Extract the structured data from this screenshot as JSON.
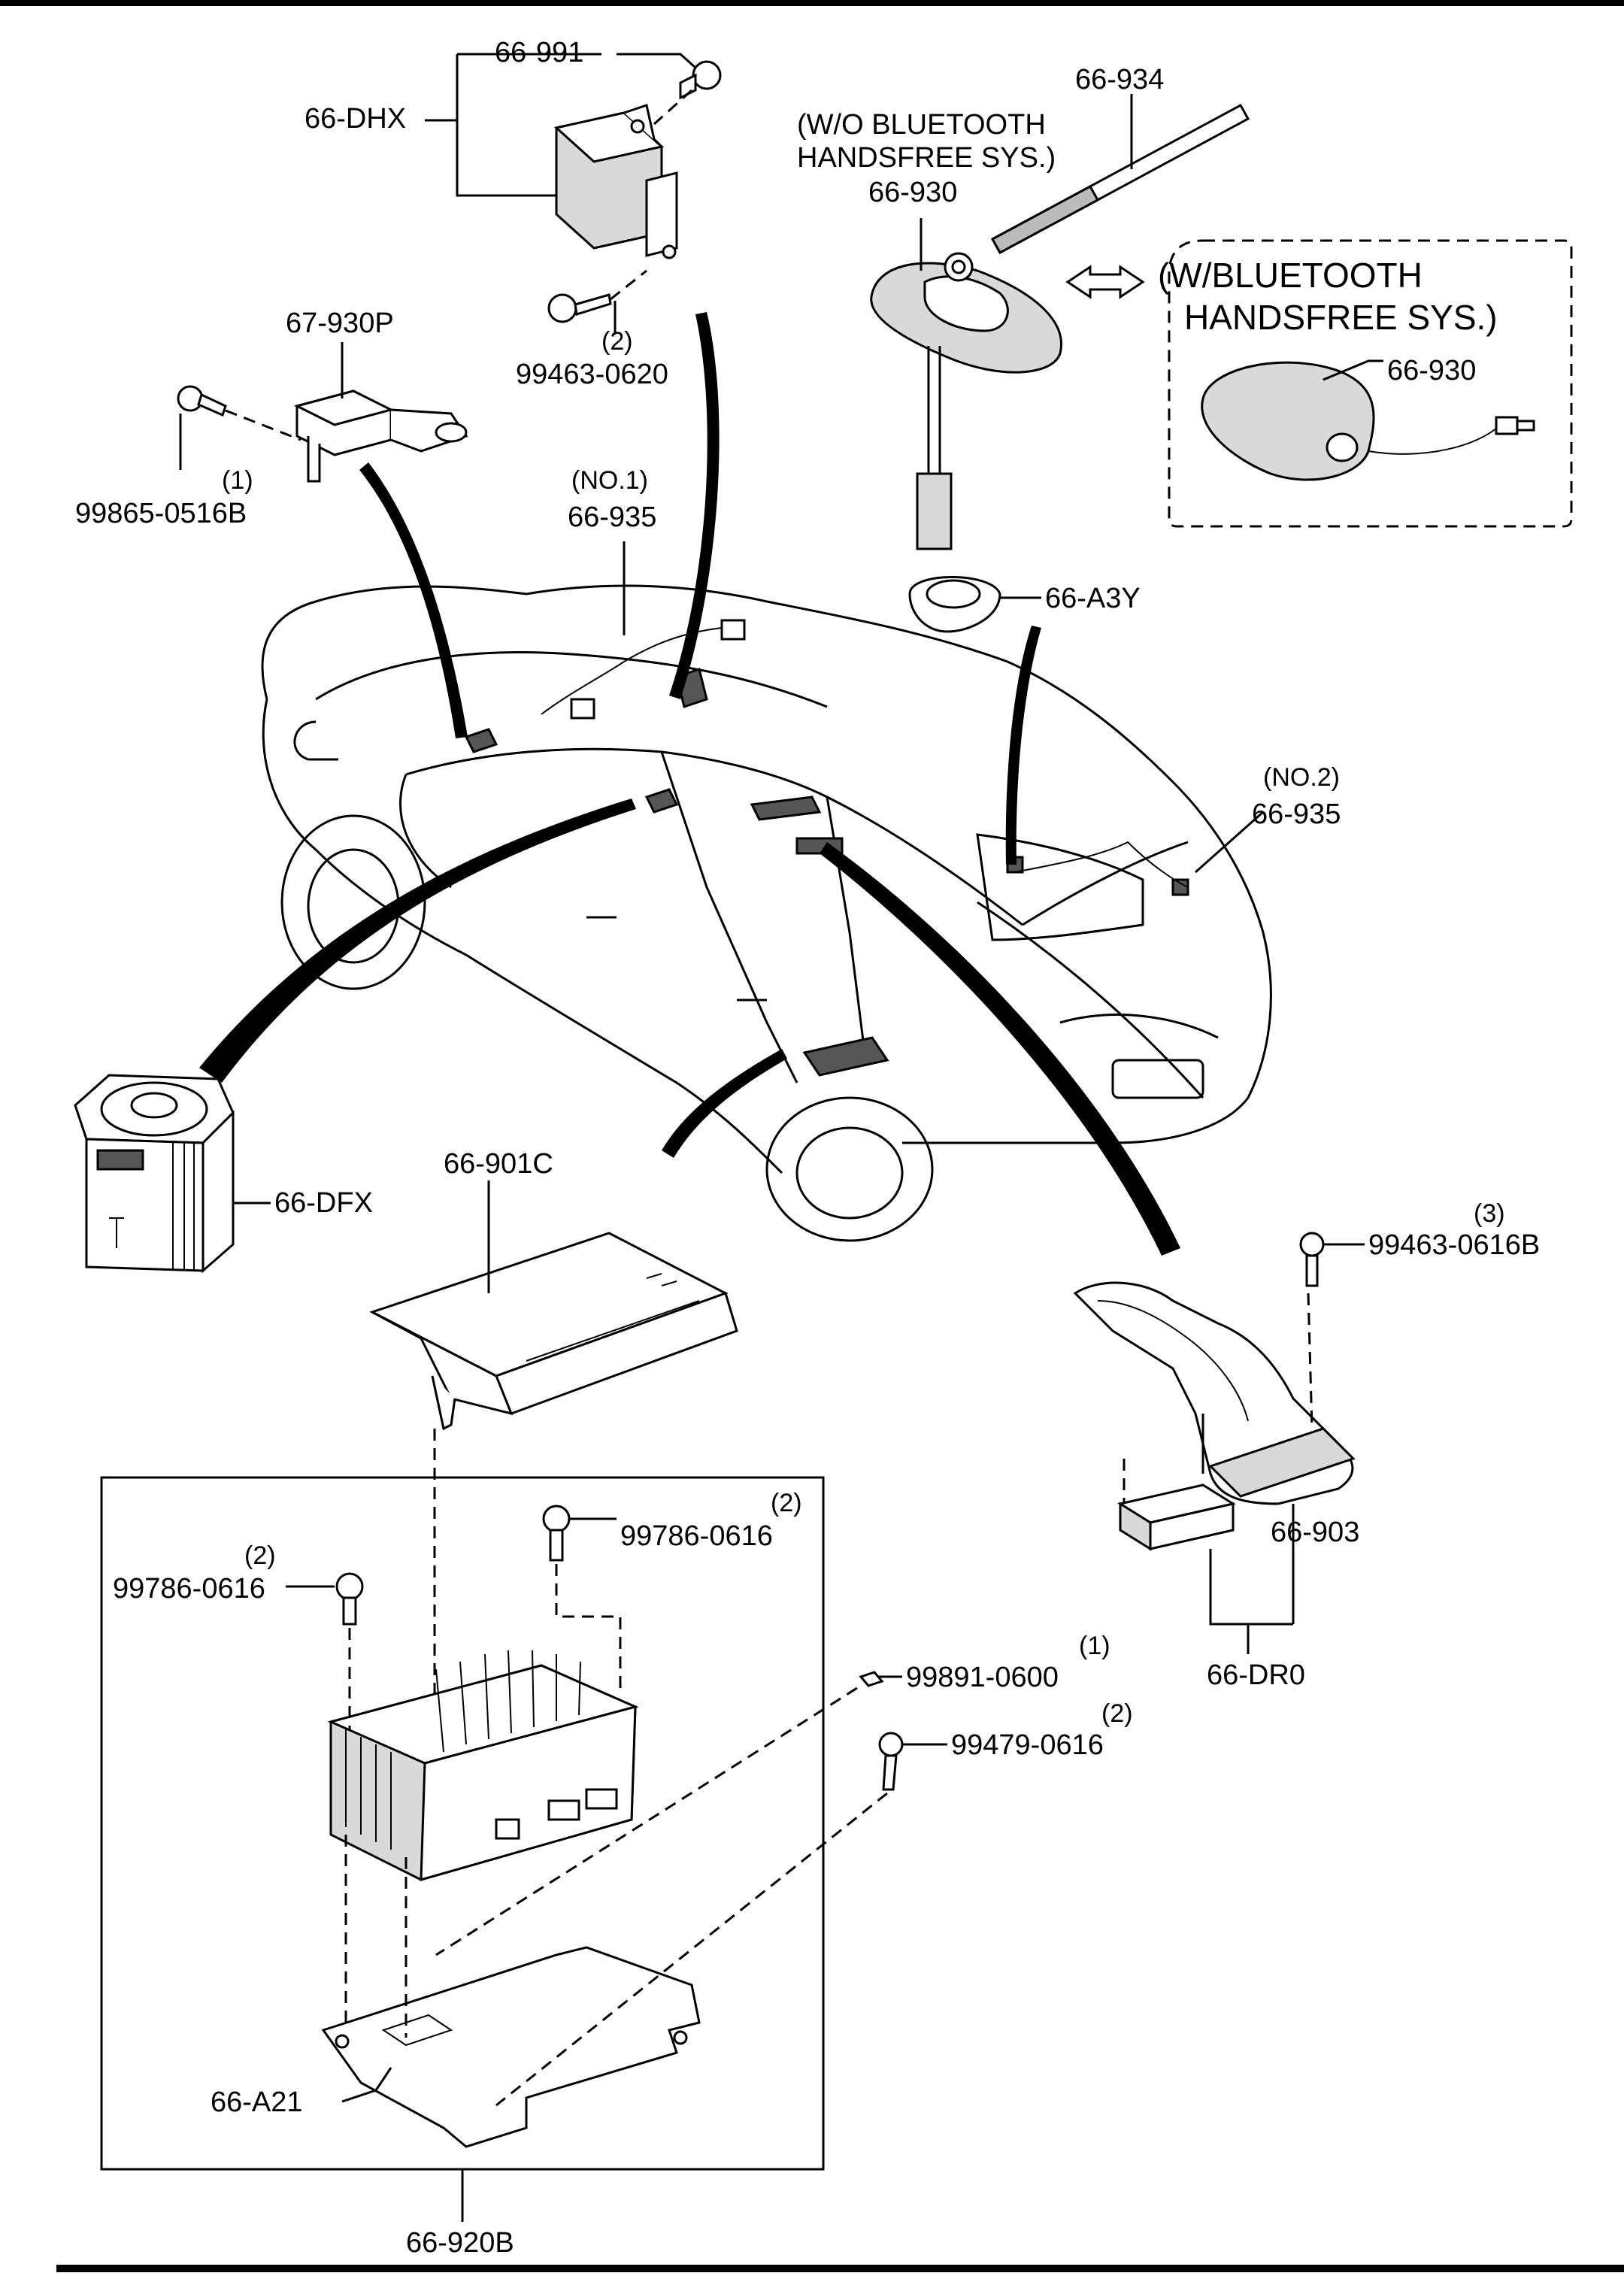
{
  "callouts": {
    "c66_991": "66-991",
    "c66_dhx": "66-DHX",
    "c99463_0620": "99463-0620",
    "c99463_0620_qty": "(2)",
    "c67_930p": "67-930P",
    "c99865_0516b": "99865-0516B",
    "c99865_0516b_qty": "(1)",
    "c66_934": "66-934",
    "wo_bt_line1": "(W/O BLUETOOTH",
    "wo_bt_line2": "HANDSFREE SYS.)",
    "c66_930_a": "66-930",
    "w_bt_line1": "(W/BLUETOOTH",
    "w_bt_line2": "HANDSFREE SYS.)",
    "c66_930_b": "66-930",
    "no1": "(NO.1)",
    "c66_935_a": "66-935",
    "c66_a3y": "66-A3Y",
    "no2": "(NO.2)",
    "c66_935_b": "66-935",
    "c66_dfx": "66-DFX",
    "c66_901c": "66-901C",
    "c99463_0616b": "99463-0616B",
    "c99463_0616b_qty": "(3)",
    "c99786_0616_a": "99786-0616",
    "c99786_0616_a_qty": "(2)",
    "c99786_0616_b": "99786-0616",
    "c99786_0616_b_qty": "(2)",
    "c99891_0600": "99891-0600",
    "c99891_0600_qty": "(1)",
    "c99479_0616": "99479-0616",
    "c99479_0616_qty": "(2)",
    "c66_903": "66-903",
    "c66_dr0": "66-DR0",
    "c66_a21": "66-A21",
    "c66_920b": "66-920B"
  }
}
